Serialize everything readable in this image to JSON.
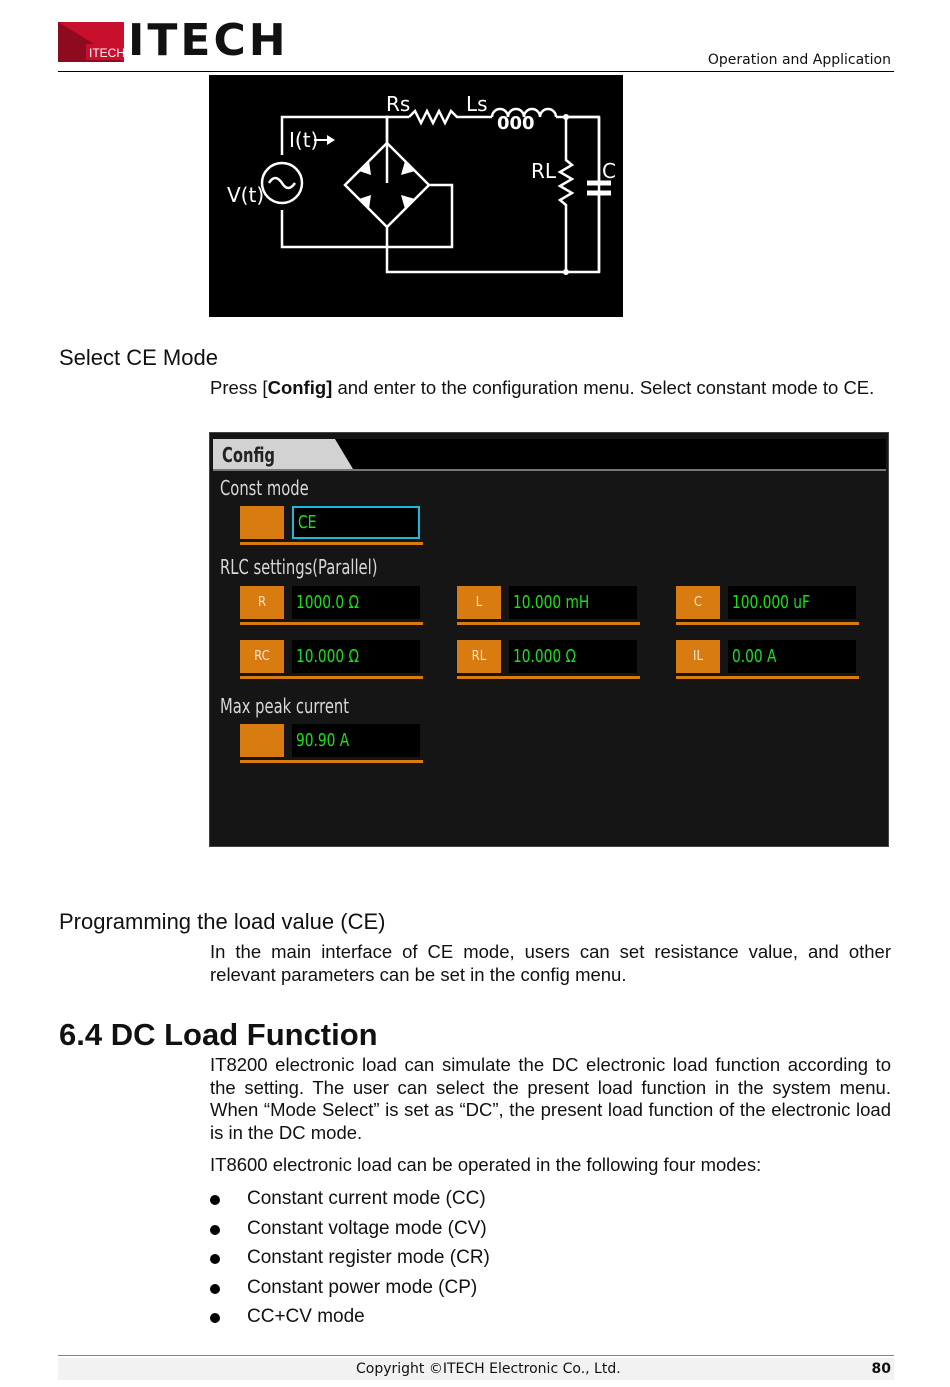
{
  "header": {
    "logo_text": "ITECH",
    "logo_sub": "ITECH",
    "section": "Operation and Application"
  },
  "circuit": {
    "labels": {
      "rs": "Rs",
      "ls": "Ls",
      "coil": "000",
      "current": "I(t)",
      "voltage": "V(t)",
      "rl": "RL",
      "c": "C"
    }
  },
  "select_ce": {
    "heading": "Select CE Mode",
    "text_before": "Press [",
    "text_bold": "Config]",
    "text_after": " and enter to the configuration menu. Select constant mode to CE."
  },
  "config_screen": {
    "tab": "Config",
    "const_mode_label": "Const mode",
    "const_mode_value": "CE",
    "rlc_label": "RLC settings(Parallel)",
    "fields": [
      {
        "key": "R",
        "value": "1000.0 Ω"
      },
      {
        "key": "L",
        "value": "10.000 mH"
      },
      {
        "key": "C",
        "value": "100.000 uF"
      },
      {
        "key": "RC",
        "value": "10.000 Ω"
      },
      {
        "key": "RL",
        "value": "10.000 Ω"
      },
      {
        "key": "IL",
        "value": "0.00 A"
      }
    ],
    "max_peak_label": "Max peak current",
    "max_peak_value": "90.90 A"
  },
  "programming": {
    "heading": "Programming the load value (CE)",
    "text": "In the main interface of CE mode, users can set resistance value, and other relevant parameters can be set in the config menu."
  },
  "dc_load": {
    "heading": "6.4 DC Load Function",
    "para1": "IT8200 electronic load can simulate the DC electronic load function according to the setting. The user can select the present load function in the system menu. When “Mode Select” is set as “DC”, the present load function of the electronic load is in the DC mode.",
    "para2": "IT8600 electronic load can be operated in the following four modes:",
    "modes": [
      "Constant current mode (CC)",
      "Constant voltage mode (CV)",
      "Constant register mode (CR)",
      "Constant power mode (CP)",
      "CC+CV mode"
    ]
  },
  "footer": {
    "copyright": "Copyright ©ITECH Electronic Co., Ltd.",
    "page": "80"
  },
  "colors": {
    "brand_red": "#c8102e",
    "field_orange": "#d87c12",
    "value_green": "#19e019",
    "focus_cyan": "#1fb7d9"
  }
}
